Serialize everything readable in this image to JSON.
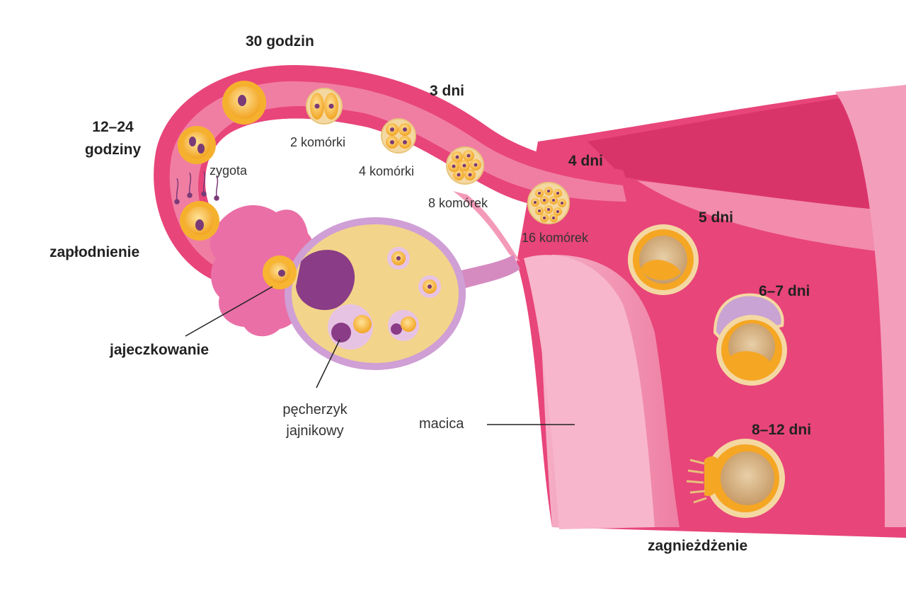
{
  "labels": {
    "t30h": "30 godzin",
    "t1224": "12–24",
    "t1224b": "godziny",
    "t3d": "3 dni",
    "t4d": "4 dni",
    "t5d": "5 dni",
    "t67d": "6–7 dni",
    "t812d": "8–12 dni",
    "zygota": "zygota",
    "c2": "2 komórki",
    "c4": "4 komórki",
    "c8": "8 komórek",
    "c16": "16 komórek",
    "fertilization": "zapłodnienie",
    "ovulation": "jajeczkowanie",
    "follicle1": "pęcherzyk",
    "follicle2": "jajnikowy",
    "uterus": "macica",
    "implantation": "zagnieżdżenie"
  },
  "colors": {
    "tube": "#e6477a",
    "tube_inner": "#f39bbb",
    "uterus_wall": "#e2406f",
    "uterus_inner": "#f5a7bf",
    "ovary": "#f4d38a",
    "ovary_rim": "#c99bd1",
    "cell": "#f7b531",
    "nucleus": "#7a3a78"
  }
}
